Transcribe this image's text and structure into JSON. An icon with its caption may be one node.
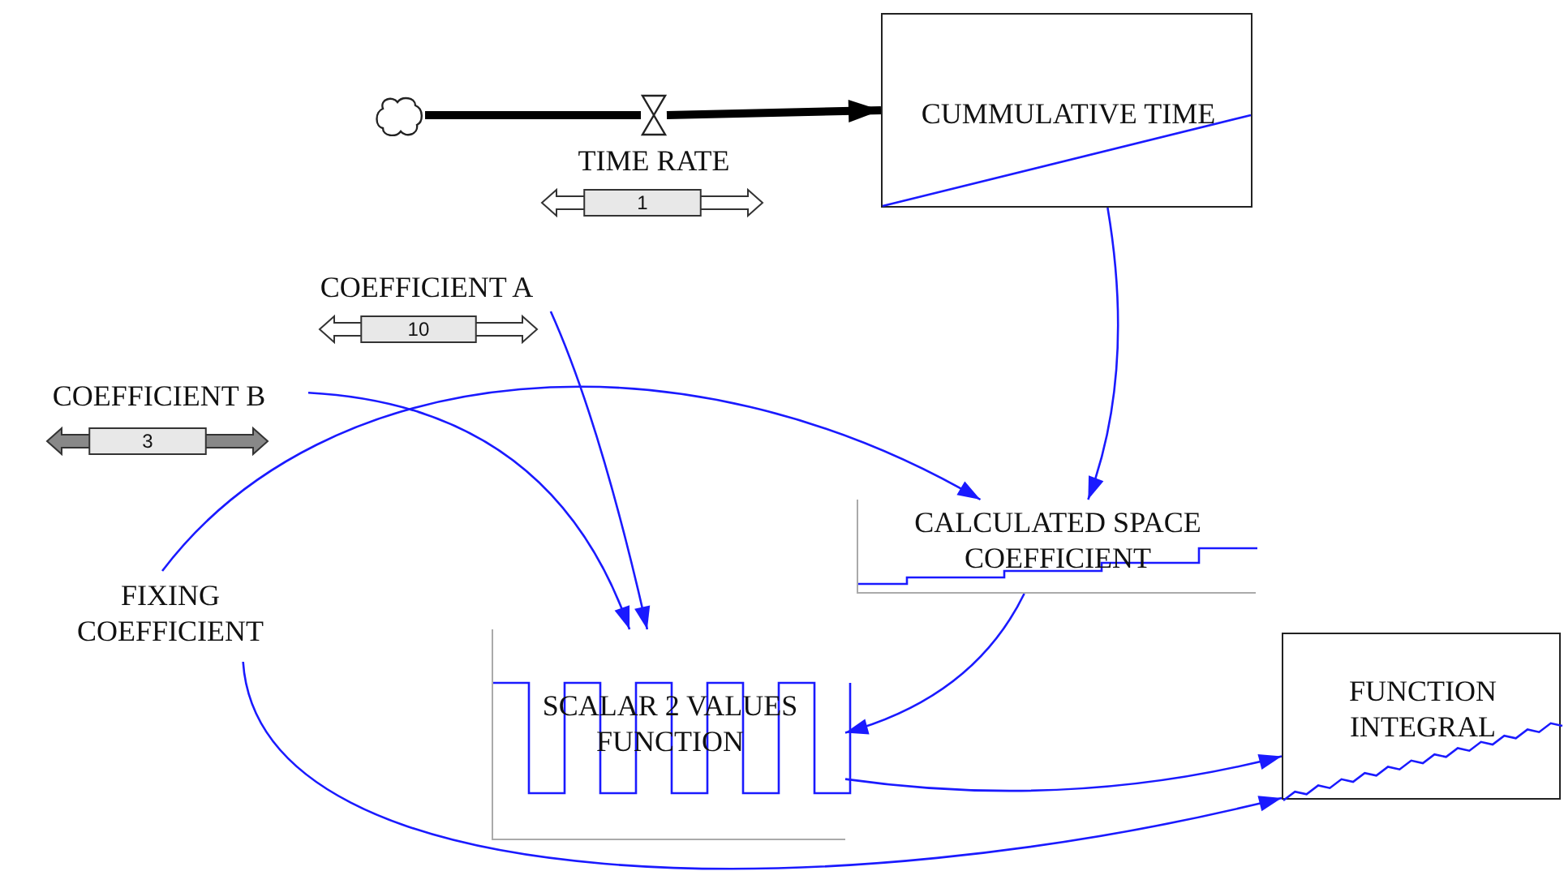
{
  "diagram": {
    "nodes": [
      {
        "text": [],
        "shape": "cloud"
      },
      {
        "text": [
          "TIME RATE"
        ],
        "beside": [
          "1"
        ]
      },
      {
        "text": [
          "CUMMULATIVE TIME"
        ]
      },
      {
        "text": [
          "COEFFICIENT A"
        ],
        "beside": [
          "10"
        ]
      },
      {
        "text": [
          "COEFFICIENT B"
        ],
        "beside": [
          "3"
        ]
      },
      {
        "text": [
          "FIXING COEFFICIENT"
        ]
      },
      {
        "text": [
          "CALCULATED SPACE COEFFICIENT"
        ]
      },
      {
        "text": [
          "SCALAR 2 VALUES FUNCTION"
        ]
      },
      {
        "text": [
          "FUNCTION INTEGRAL"
        ]
      }
    ],
    "edges": [
      {
        "from": 0,
        "to": 1,
        "arrow": "none",
        "style": "thick",
        "color": "#000000"
      },
      {
        "from": 1,
        "to": 2,
        "arrow": "to",
        "style": "thick",
        "color": "#000000"
      },
      {
        "from": 2,
        "to": 6,
        "arrow": "to"
      },
      {
        "from": 5,
        "to": 6,
        "arrow": "to"
      },
      {
        "from": 3,
        "to": 7,
        "arrow": "to"
      },
      {
        "from": 4,
        "to": 7,
        "arrow": "to"
      },
      {
        "from": 6,
        "to": 7,
        "arrow": "to"
      },
      {
        "from": 7,
        "to": 8,
        "arrow": "to"
      },
      {
        "from": 5,
        "to": 8,
        "arrow": "to"
      }
    ]
  }
}
